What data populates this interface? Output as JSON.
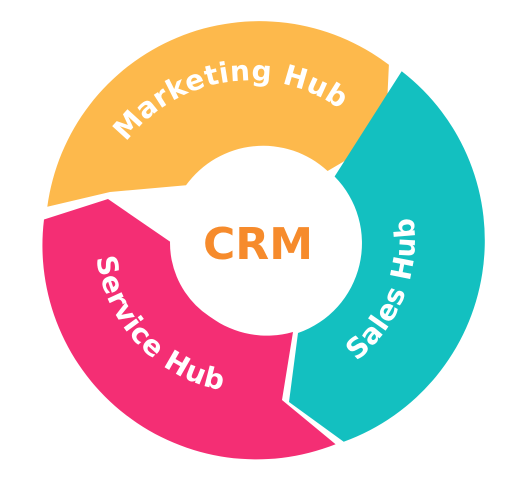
{
  "diagram": {
    "center": {
      "label": "CRM",
      "color": "#f68b2c"
    },
    "segments": [
      {
        "id": "marketing",
        "label": "Marketing Hub",
        "color": "#fdb94c"
      },
      {
        "id": "sales",
        "label": "Sales Hub",
        "color": "#13c0c0"
      },
      {
        "id": "service",
        "label": "Service Hub",
        "color": "#f42e74"
      }
    ]
  }
}
